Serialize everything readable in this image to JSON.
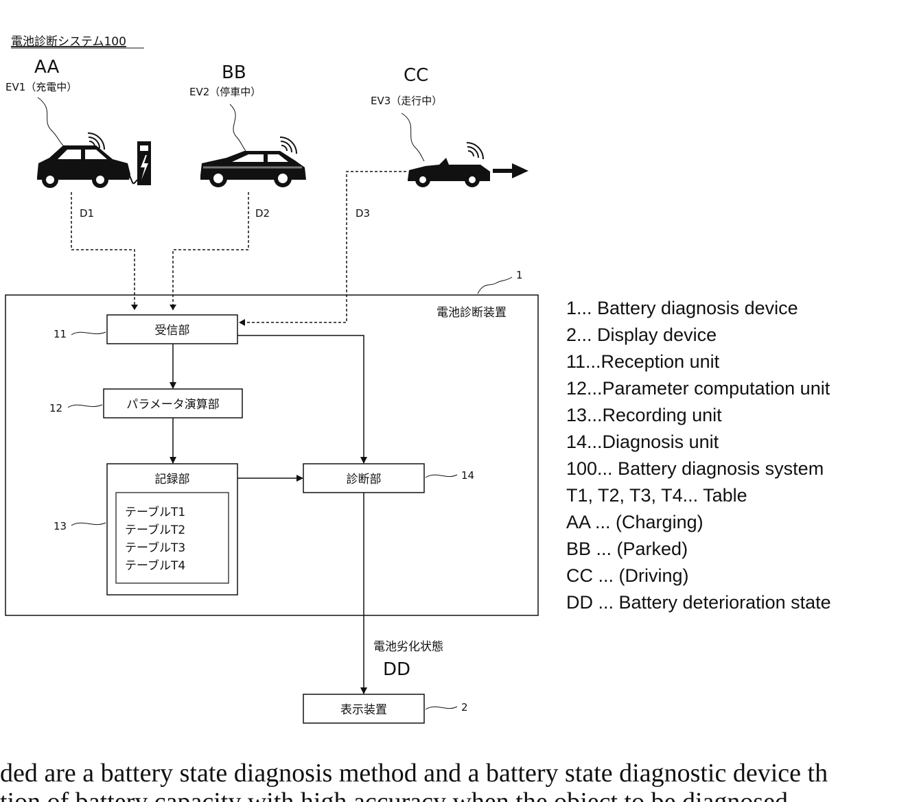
{
  "system_title": "電池診断システム100",
  "vehicles": [
    {
      "label": "AA",
      "sub": "EV1（充電中）",
      "line": "D1"
    },
    {
      "label": "BB",
      "sub": "EV2（停車中）",
      "line": "D2"
    },
    {
      "label": "CC",
      "sub": "EV3（走行中）",
      "line": "D3"
    }
  ],
  "device": {
    "ref": "1",
    "title": "電池診断装置",
    "reception": {
      "label": "受信部",
      "ref": "11"
    },
    "param": {
      "label": "パラメータ演算部",
      "ref": "12"
    },
    "record": {
      "label": "記録部",
      "ref": "13",
      "tables": [
        "テーブルT1",
        "テーブルT2",
        "テーブルT3",
        "テーブルT4"
      ]
    },
    "diagnosis": {
      "label": "診断部",
      "ref": "14"
    }
  },
  "output": {
    "label": "電池劣化状態",
    "code": "DD"
  },
  "display": {
    "label": "表示装置",
    "ref": "2"
  },
  "legend": [
    "1...  Battery diagnosis device",
    "2...  Display device",
    "11...Reception unit",
    "12...Parameter computation unit",
    "13...Recording unit",
    "14...Diagnosis unit",
    "100...  Battery diagnosis system",
    "T1, T2, T3, T4...   Table",
    "AA ...  (Charging)",
    "BB ...  (Parked)",
    "CC ...  (Driving)",
    "DD ...  Battery deterioration state"
  ],
  "abstract": [
    "ded are a battery state diagnosis method and a battery state diagnostic device th",
    "tion of battery capacity with high accuracy when the object to be diagnosed"
  ]
}
